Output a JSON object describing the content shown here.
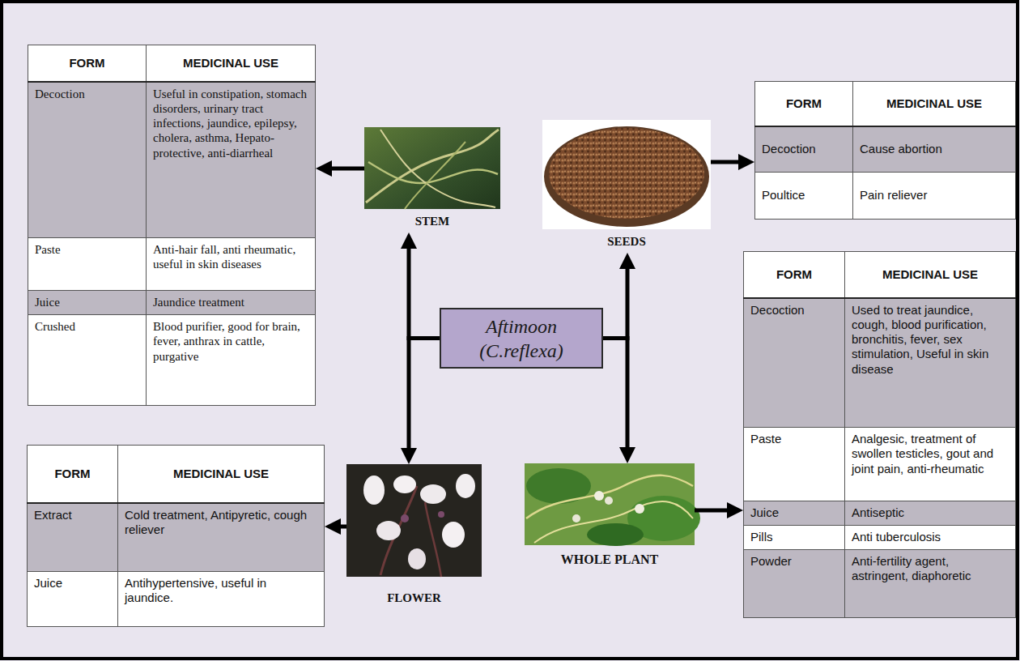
{
  "diagram": {
    "nodes": [
      {
        "text": [
          "FORM",
          "MEDICINAL USE",
          "Decoction",
          "Useful in constipation, stomach disorders, urinary tract infections, jaundice, epilepsy, cholera, asthma, Hepato-protective, anti-diarrheal",
          "Paste",
          "Anti-hair fall, anti rheumatic, useful in skin diseases",
          "Juice",
          "Jaundice treatment",
          "Crushed",
          "Blood purifier, good for brain, fever, anthrax in cattle, purgative"
        ]
      },
      {
        "text": [
          "STEM"
        ]
      },
      {
        "text": [
          "SEEDS"
        ]
      },
      {
        "text": [
          "FORM",
          "MEDICINAL USE",
          "Decoction",
          "Cause abortion",
          "Poultice",
          "Pain reliever"
        ]
      },
      {
        "text": [
          "Aftimoon (C.reflexa)"
        ]
      },
      {
        "text": [
          "FORM",
          "MEDICINAL USE",
          "Decoction",
          "Used to treat jaundice, cough, blood purification, bronchitis, fever, sex stimulation, Useful in skin disease",
          "Paste",
          "Analgesic, treatment of swollen testicles, gout and joint pain, anti-rheumatic",
          "Juice",
          "Antiseptic",
          "Pills",
          "Anti tuberculosis",
          "Powder",
          "Anti-fertility agent, astringent, diaphoretic"
        ]
      },
      {
        "text": [
          "FORM",
          "MEDICINAL USE",
          "Extract",
          "Cold treatment, Antipyretic, cough reliever",
          "Juice",
          "Antihypertensive, useful in jaundice."
        ]
      },
      {
        "text": [
          "FLOWER"
        ]
      },
      {
        "text": [
          "WHOLE PLANT"
        ]
      }
    ],
    "edges": [
      {
        "from": 4,
        "to": 1,
        "arrow": "to"
      },
      {
        "from": 4,
        "to": 2,
        "arrow": "to"
      },
      {
        "from": 4,
        "to": 7,
        "arrow": "to"
      },
      {
        "from": 4,
        "to": 8,
        "arrow": "to"
      },
      {
        "from": 1,
        "to": 0,
        "arrow": "to"
      },
      {
        "from": 2,
        "to": 3,
        "arrow": "to"
      },
      {
        "from": 7,
        "to": 6,
        "arrow": "to"
      },
      {
        "from": 8,
        "to": 5,
        "arrow": "to"
      }
    ]
  }
}
